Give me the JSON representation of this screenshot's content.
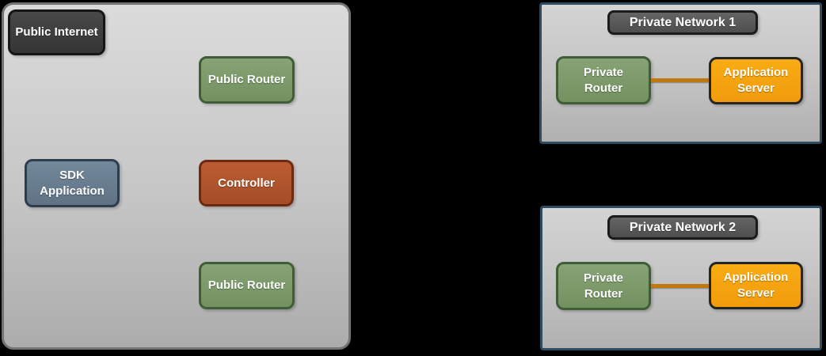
{
  "public_internet": {
    "label": "Public Internet",
    "top_router": "Public Router",
    "sdk_application": "SDK Application",
    "controller": "Controller",
    "bottom_router": "Public Router"
  },
  "private_network_1": {
    "title": "Private Network 1",
    "router": "Private Router",
    "server": "Application Server"
  },
  "private_network_2": {
    "title": "Private Network 2",
    "router": "Private Router",
    "server": "Application Server"
  },
  "colors": {
    "background": "#000000",
    "public_zone_border": "#737373",
    "private_zone_border": "#2d4b61",
    "router_fill": "#7d9b6d",
    "router_border": "#3f5d36",
    "sdk_fill": "#697c8e",
    "sdk_border": "#2d3d50",
    "controller_fill": "#b1552e",
    "controller_border": "#6d2a10",
    "server_fill": "#f7a410",
    "server_border": "#252525",
    "badge_fill": "#3e3e3e",
    "connector": "#c0790f"
  }
}
